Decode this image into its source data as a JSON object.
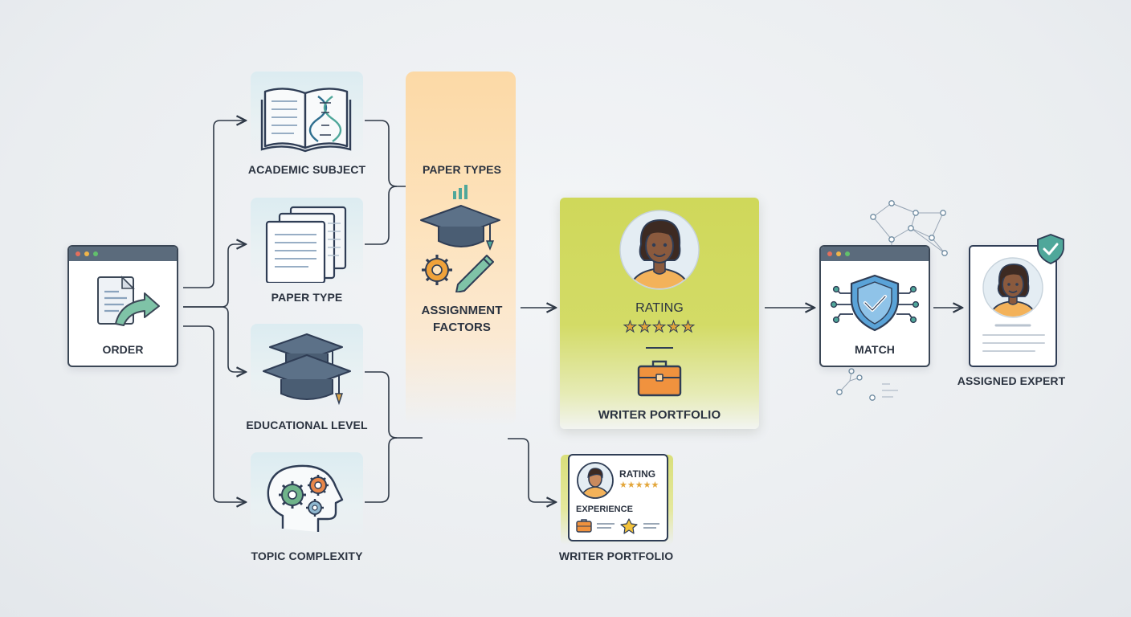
{
  "order": {
    "label": "ORDER"
  },
  "factors": [
    {
      "label": "ACADEMIC SUBJECT",
      "icon": "open-book-dna-icon"
    },
    {
      "label": "PAPER TYPE",
      "icon": "stacked-papers-icon"
    },
    {
      "label": "EDUCATIONAL LEVEL",
      "icon": "graduation-caps-icon"
    },
    {
      "label": "TOPIC COMPLEXITY",
      "icon": "head-gears-icon"
    }
  ],
  "assignment": {
    "top_label": "PAPER TYPES",
    "label_line1": "ASSIGNMENT",
    "label_line2": "FACTORS"
  },
  "portfolio_main": {
    "rating_label": "RATING",
    "stars": "★★★★★",
    "label": "WRITER PORTFOLIO"
  },
  "portfolio_small": {
    "rating_label": "RATING",
    "stars": "★★★★★",
    "experience_label": "EXPERIENCE",
    "label": "WRITER PORTFOLIO"
  },
  "match": {
    "label": "MATCH"
  },
  "expert": {
    "label": "ASSIGNED EXPERT"
  },
  "colors": {
    "accent_green": "#cfd85a",
    "accent_orange": "#fbd9a7",
    "teal": "#4fa79a",
    "ink": "#3b4756",
    "star": "#e3a63a",
    "shield_blue": "#5aa3d8"
  }
}
